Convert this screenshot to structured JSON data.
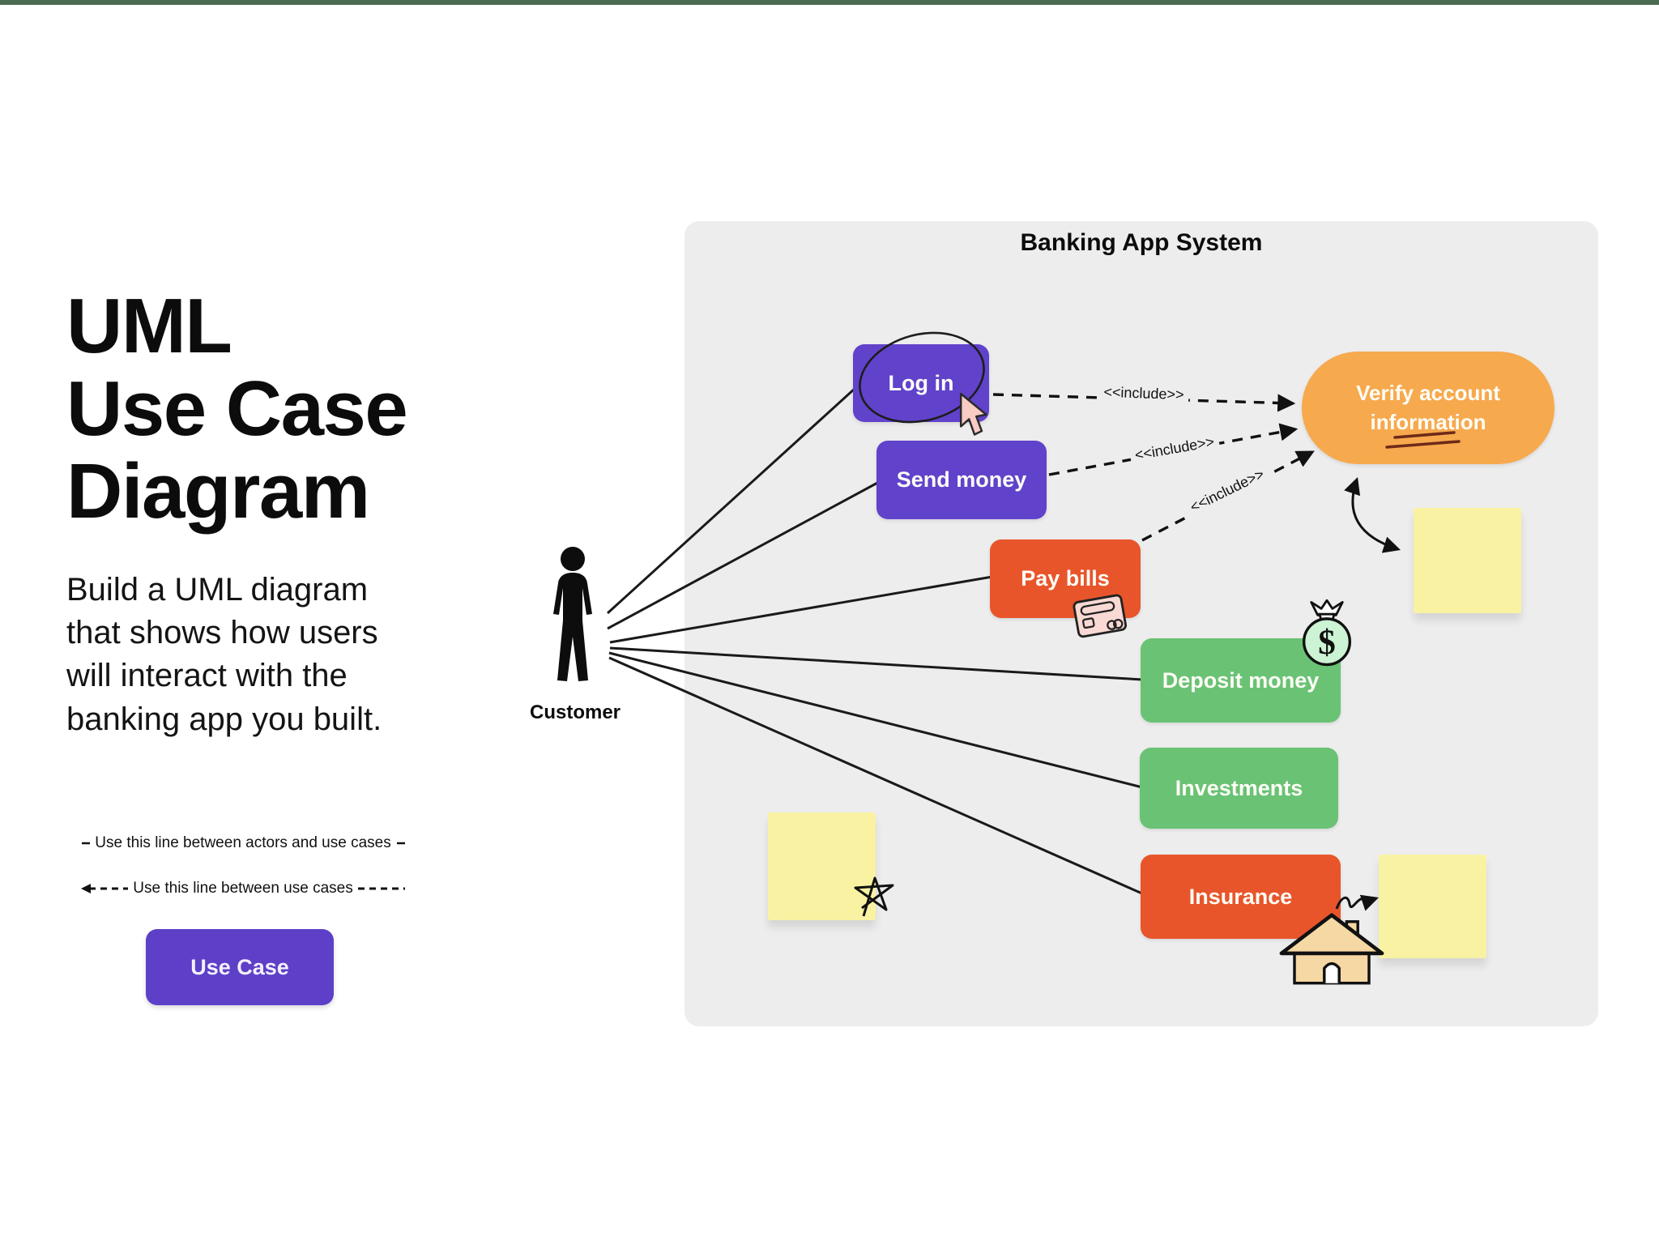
{
  "intro": {
    "title": "UML\nUse Case\nDiagram",
    "description": "Build a UML diagram\nthat shows how users\nwill interact with the\nbanking app you built.",
    "legend_actor_line": "Use this line between actors and use cases",
    "legend_usecase_line": "Use this line between use cases",
    "use_case_button_label": "Use Case"
  },
  "diagram": {
    "system_title": "Banking App System",
    "actor_label": "Customer",
    "nodes": {
      "login": "Log in",
      "send_money": "Send money",
      "pay_bills": "Pay bills",
      "deposit_money": "Deposit money",
      "investments": "Investments",
      "insurance": "Insurance",
      "verify": "Verify account information"
    },
    "include_label": "<<include>>",
    "money_bag_symbol": "$",
    "sticky_note_count": 3,
    "icons": [
      "cursor-icon",
      "credit-card-icon",
      "money-bag-icon",
      "house-icon",
      "star-scribble-icon",
      "squiggle-arrow-icon",
      "curved-double-arrow-icon",
      "circle-scribble-icon"
    ]
  },
  "colors": {
    "top_bar_green": "#4a6b50",
    "purple": "#6142cb",
    "orange_red": "#e8552b",
    "green": "#6ac274",
    "orange": "#f7a94e",
    "sticky_yellow": "#f9f2a2",
    "panel_gray": "#ededed",
    "ink_black": "#111111"
  }
}
